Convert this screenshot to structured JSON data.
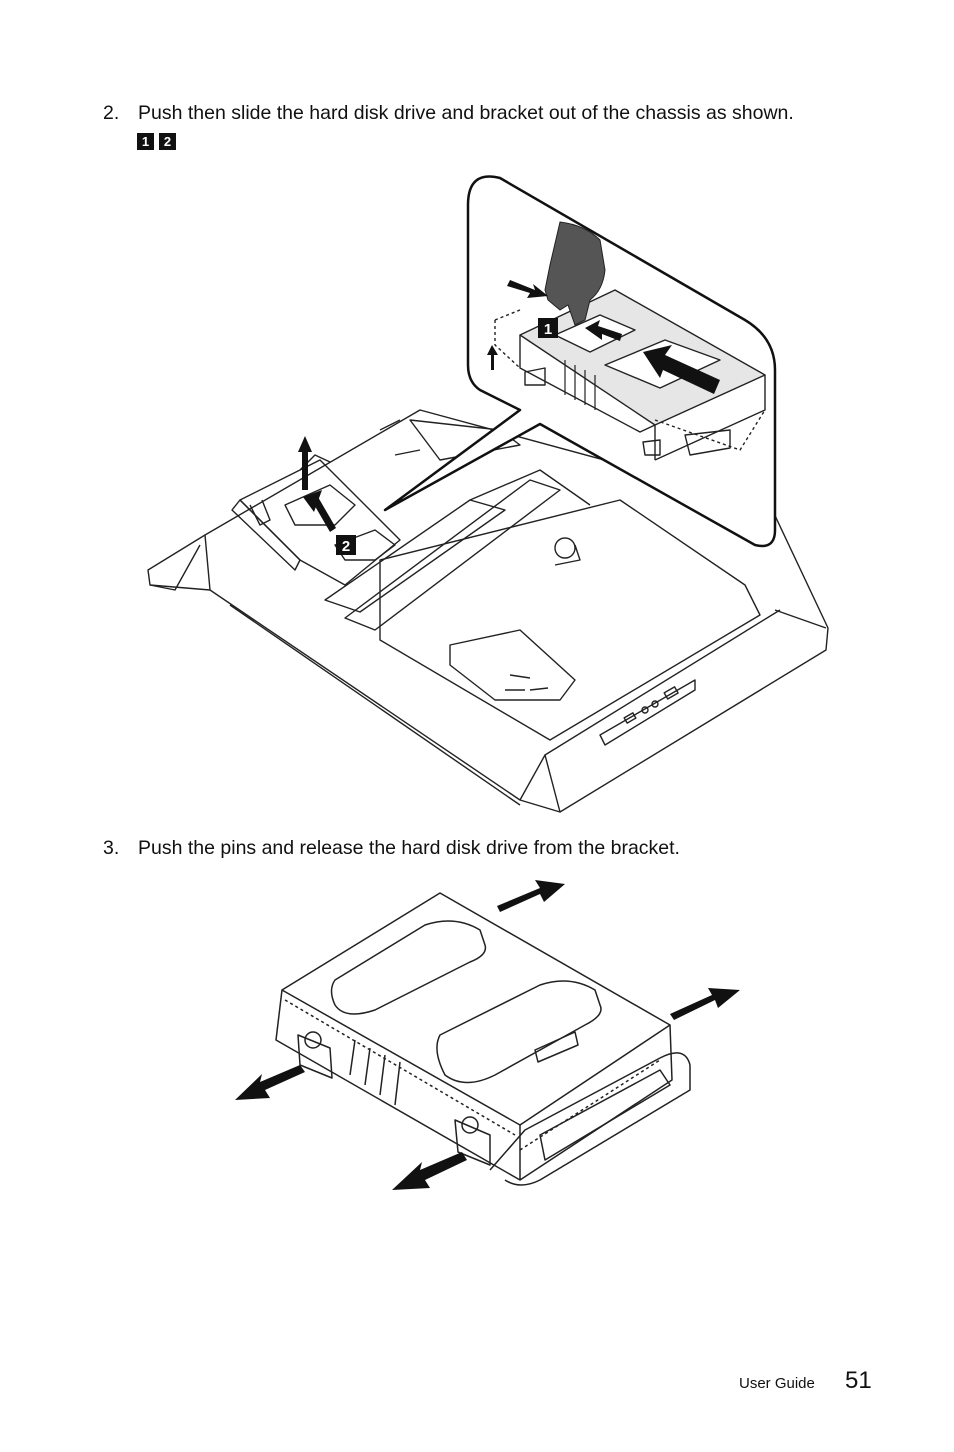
{
  "steps": [
    {
      "number": "2.",
      "text": "Push then slide the hard disk drive and bracket out of the chassis as shown."
    },
    {
      "number": "3.",
      "text": "Push the pins and release the hard disk drive from the bracket."
    }
  ],
  "step2_callouts": [
    "1",
    "2"
  ],
  "figure1": {
    "callout_1": "1",
    "callout_2": "2",
    "callout_color": "#111111"
  },
  "footer": {
    "label": "User Guide",
    "page_number": "51"
  }
}
